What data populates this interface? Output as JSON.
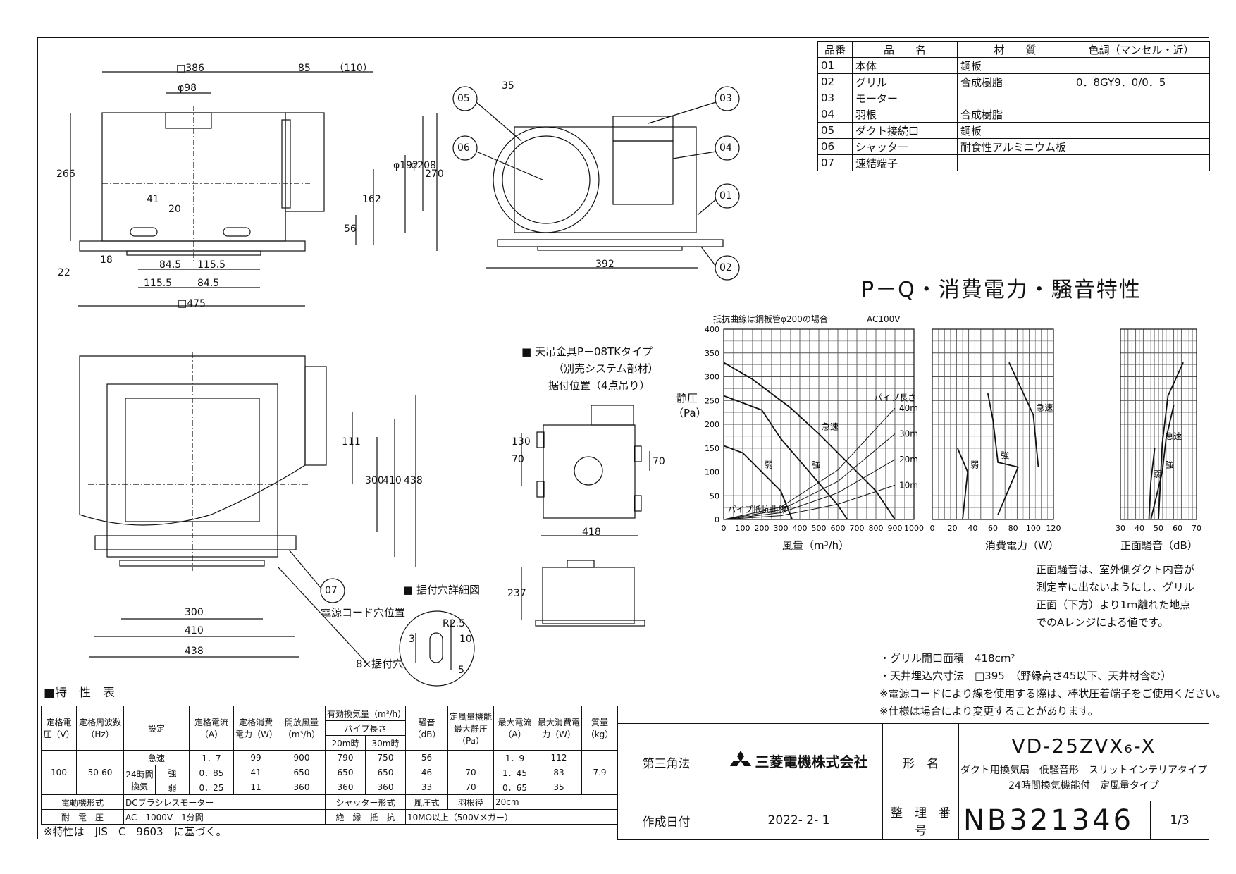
{
  "parts_table": {
    "headers": [
      "品番",
      "品　　名",
      "材　　質",
      "色調（マンセル・近）"
    ],
    "rows": [
      [
        "01",
        "本体",
        "鋼板",
        ""
      ],
      [
        "02",
        "グリル",
        "合成樹脂",
        "0．8GY9．0/0．5"
      ],
      [
        "03",
        "モーター",
        "",
        ""
      ],
      [
        "04",
        "羽根",
        "合成樹脂",
        ""
      ],
      [
        "05",
        "ダクト接続口",
        "鋼板",
        ""
      ],
      [
        "06",
        "シャッター",
        "耐食性アルミニウム板",
        ""
      ],
      [
        "07",
        "速結端子",
        "",
        ""
      ]
    ]
  },
  "drawing_labels": {
    "dims_front": [
      "□386",
      "85",
      "（110）",
      "φ98",
      "266",
      "φ192",
      "φ208",
      "270",
      "162",
      "56",
      "41",
      "20",
      "22",
      "18",
      "84.5",
      "115.5",
      "115.5",
      "84.5",
      "□475"
    ],
    "dims_side": [
      "35",
      "392"
    ],
    "dims_plan": [
      "111",
      "300",
      "410",
      "438",
      "300",
      "410",
      "438"
    ],
    "callouts": [
      "05",
      "06",
      "03",
      "04",
      "01",
      "02",
      "07"
    ],
    "hanger_title": "天吊金具P－08TKタイプ",
    "hanger_sub1": "（別売システム部材）",
    "hanger_sub2": "据付位置（4点吊り）",
    "hanger_dims": [
      "70",
      "130",
      "70",
      "418",
      "237"
    ],
    "mount_hole_title": "据付穴詳細図",
    "mount_hole_dims": [
      "3",
      "R2.5",
      "10",
      "5"
    ],
    "cord_hole": "電源コード穴位置",
    "mount_holes_count": "8×据付穴"
  },
  "chart_title": "P－Q・消費電力・騒音特性",
  "chart_data": [
    {
      "type": "line",
      "title": "",
      "note_left": "抵抗曲線は鋼板管φ200の場合",
      "note_right": "AC100V",
      "xlabel": "風量（m³/h）",
      "ylabel": "静圧（Pa）",
      "xlim": [
        0,
        1000
      ],
      "ylim": [
        0,
        400
      ],
      "xticks": [
        0,
        100,
        200,
        300,
        400,
        500,
        600,
        700,
        800,
        900,
        1000
      ],
      "yticks": [
        0,
        50,
        100,
        150,
        200,
        250,
        300,
        350,
        400
      ],
      "series": [
        {
          "name": "急速",
          "x": [
            0,
            150,
            350,
            500,
            650,
            800,
            900
          ],
          "y": [
            330,
            295,
            235,
            180,
            120,
            60,
            0
          ]
        },
        {
          "name": "強",
          "x": [
            0,
            200,
            300,
            450,
            600,
            650
          ],
          "y": [
            260,
            230,
            170,
            100,
            30,
            0
          ]
        },
        {
          "name": "弱",
          "x": [
            0,
            100,
            200,
            300,
            360
          ],
          "y": [
            155,
            140,
            100,
            60,
            0
          ]
        }
      ],
      "resistance_curves": [
        {
          "name": "10m",
          "x": [
            0,
            300,
            600,
            900
          ],
          "y": [
            0,
            8,
            32,
            72
          ]
        },
        {
          "name": "20m",
          "x": [
            0,
            300,
            600,
            900
          ],
          "y": [
            0,
            14,
            56,
            126
          ]
        },
        {
          "name": "30m",
          "x": [
            0,
            300,
            600,
            900
          ],
          "y": [
            0,
            20,
            80,
            180
          ]
        },
        {
          "name": "40m",
          "x": [
            0,
            300,
            600,
            900
          ],
          "y": [
            0,
            26,
            104,
            234
          ]
        }
      ],
      "annotations": [
        "パイプ長さ",
        "40m",
        "30m",
        "20m",
        "10m",
        "パイプ抵抗曲線"
      ]
    },
    {
      "type": "line",
      "title": "",
      "xlabel": "消費電力（W）",
      "xlim": [
        0,
        120
      ],
      "xticks": [
        0,
        20,
        40,
        60,
        80,
        100,
        120
      ],
      "ylim": [
        0,
        400
      ],
      "series": [
        {
          "name": "急速",
          "x": [
            76,
            100,
            105
          ],
          "y": [
            330,
            220,
            110
          ]
        },
        {
          "name": "強",
          "x": [
            55,
            60,
            65,
            85,
            65
          ],
          "y": [
            265,
            210,
            120,
            110,
            10
          ]
        },
        {
          "name": "弱",
          "x": [
            25,
            35,
            30
          ],
          "y": [
            150,
            100,
            0
          ]
        }
      ]
    },
    {
      "type": "line",
      "title": "",
      "xlabel": "正面騒音（dB）",
      "xlim": [
        30,
        70
      ],
      "xticks": [
        30,
        40,
        50,
        60,
        70
      ],
      "ylim": [
        0,
        400
      ],
      "series": [
        {
          "name": "急速",
          "x": [
            63,
            55,
            52,
            50
          ],
          "y": [
            330,
            260,
            160,
            0
          ]
        },
        {
          "name": "強",
          "x": [
            58,
            54,
            52,
            46
          ],
          "y": [
            240,
            170,
            100,
            0
          ]
        },
        {
          "name": "弱",
          "x": [
            48,
            46,
            45
          ],
          "y": [
            150,
            80,
            0
          ]
        }
      ]
    }
  ],
  "noise_note": [
    "正面騒音は、室外側ダクト内音が",
    "測定室に出ないようにし、グリル",
    "正面（下方）より1ｍ離れた地点",
    "でのAレンジによる値です。"
  ],
  "notes": [
    "・グリル開口面積　418cm²",
    "・天井埋込穴寸法　□395　（野縁高さ45以下、天井材含む）",
    "※電源コードにより線を使用する際は、棒状圧着端子をご使用ください。",
    "※仕様は場合により変更することがあります。"
  ],
  "spec_table": {
    "title": "■特　性　表",
    "h_voltage": "定格電圧（V）",
    "h_freq": "定格周波数（Hz）",
    "h_setting": "設定",
    "h_current": "定格電流（A）",
    "h_power": "定格消費電力（W）",
    "h_open_air": "開放風量（m³/h）",
    "h_eff_air": "有効換気量（m³/h）",
    "h_pipe": "パイプ長さ",
    "h_20m": "20m時",
    "h_30m": "30m時",
    "h_noise": "騒音（dB）",
    "h_static": "定風量機能最大静圧（Pa）",
    "h_maxcur": "最大電流（A）",
    "h_maxpow": "最大消費電力（W）",
    "h_mass": "質量（kg）",
    "voltage": "100",
    "freq": "50-60",
    "label_24h": "24時間換気",
    "mass": "7.9",
    "rows": [
      {
        "setting": "急速",
        "current": "1．7",
        "power": "99",
        "open": "900",
        "m20": "790",
        "m30": "750",
        "noise": "56",
        "static": "－",
        "maxcur": "1．9",
        "maxpow": "112"
      },
      {
        "setting": "強",
        "current": "0．85",
        "power": "41",
        "open": "650",
        "m20": "650",
        "m30": "650",
        "noise": "46",
        "static": "70",
        "maxcur": "1．45",
        "maxpow": "83"
      },
      {
        "setting": "弱",
        "current": "0．25",
        "power": "11",
        "open": "360",
        "m20": "360",
        "m30": "360",
        "noise": "33",
        "static": "70",
        "maxcur": "0．65",
        "maxpow": "35"
      }
    ],
    "motor_label": "電動機形式",
    "motor_value": "DCブラシレスモーター",
    "shutter_label": "シャッター形式",
    "shutter_value": "風圧式",
    "blade_label": "羽根径",
    "blade_value": "20cm",
    "withstand_label": "耐　電　圧",
    "withstand_value": "AC　1000V　1分間",
    "insulation_label": "絶　縁　抵　抗",
    "insulation_value": "10MΩ以上（500Vメガー）",
    "footnote": "※特性は　JIS　C　9603　に基づく。"
  },
  "title_block": {
    "projection": "第三角法",
    "company": "三菱電機株式会社",
    "model_label": "形　名",
    "model": "VD-25ZVX₆-X",
    "desc1": "ダクト用換気扇　低騒音形　スリットインテリアタイプ",
    "desc2": "24時間換気機能付　定風量タイプ",
    "date_label": "作成日付",
    "date": "2022- 2- 1",
    "number_label": "整　理　番　号",
    "number": "NB321346",
    "sheet": "1/3"
  }
}
